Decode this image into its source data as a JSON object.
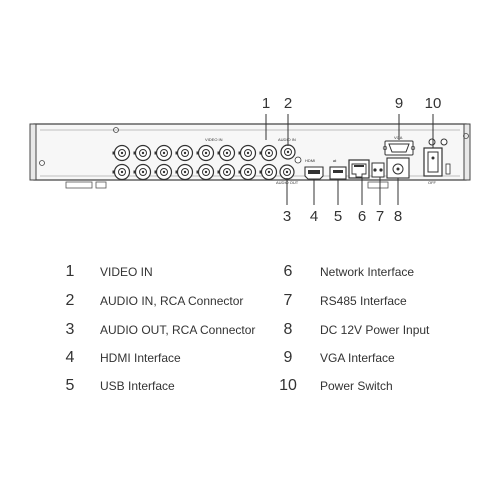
{
  "callouts": [
    {
      "number": "1",
      "label": "VIDEO IN"
    },
    {
      "number": "2",
      "label": "AUDIO IN, RCA Connector"
    },
    {
      "number": "3",
      "label": "AUDIO OUT, RCA Connector"
    },
    {
      "number": "4",
      "label": "HDMI Interface"
    },
    {
      "number": "5",
      "label": "USB Interface"
    },
    {
      "number": "6",
      "label": "Network Interface"
    },
    {
      "number": "7",
      "label": "RS485 Interface"
    },
    {
      "number": "8",
      "label": "DC 12V Power Input"
    },
    {
      "number": "9",
      "label": "VGA Interface"
    },
    {
      "number": "10",
      "label": "Power Switch"
    }
  ],
  "panel_text": {
    "video_in": "VIDEO IN",
    "audio_in": "AUDIO IN",
    "audio_out": "AUDIO OUT",
    "hdmi": "HDMI",
    "vga": "VGA",
    "off": "OFF"
  }
}
